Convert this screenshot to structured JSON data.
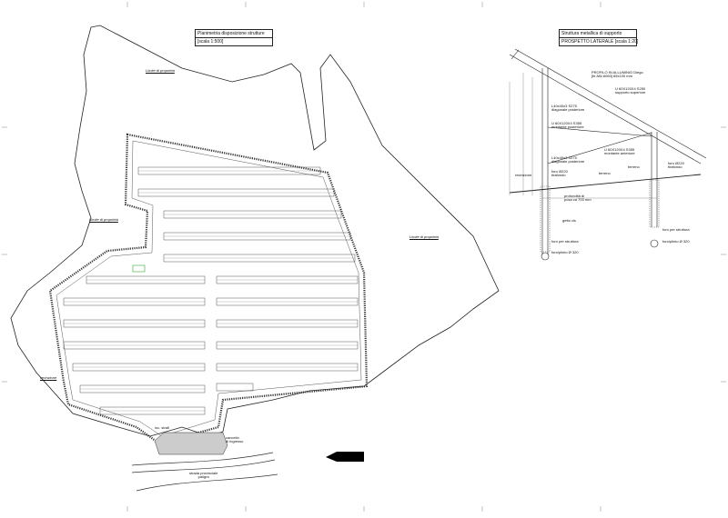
{
  "plan": {
    "title": "Planimetria disposizione strutture",
    "scale": "[scala 1:500]",
    "labels": {
      "property_top": "Limite di proprietà",
      "property_left": "Limite di proprietà",
      "property_right": "Limite di proprietà",
      "fence": "recinzione",
      "storage": "loc. strati",
      "gate": "cancello\ndi ingresso",
      "road": "strada provinciale\npaligra"
    }
  },
  "detail": {
    "title": "Struttura metallica di supporto",
    "subtitle": "PROSPETTO LATERALE [scala 1:20]",
    "labels": {
      "profile": "PROFILO IN ALLUMINIO Diego\n[fe AW-6060] 65x100 mm",
      "u_top": "U 60X120X4 S250\nsupporto superiore",
      "diag_back": "L40x40x3 S275\ndiagonale posteriore",
      "upright_back": "U 60X120X4 S355\nmontante posteriore",
      "upright_front": "U 60X120X4 S355\nmontante anteriore",
      "diag_back2": "L40x40x3 S275\ndiagonale posteriore",
      "bolt_left": "foro Ø220\ntirafondo",
      "terrain_left": "terreno",
      "embed": "profondità di\nposa ca 700 mm",
      "casting": "getto cls",
      "bolt_right": "foro Ø220\ntirafondo",
      "terrain_right": "terreno",
      "hole_left": "foro per struttura",
      "pile_left": "foro/plinto Ø 320",
      "hole_right": "foro per struttura",
      "pile_right": "foro/plinto Ø 320",
      "recinzione": "recinzione"
    }
  }
}
